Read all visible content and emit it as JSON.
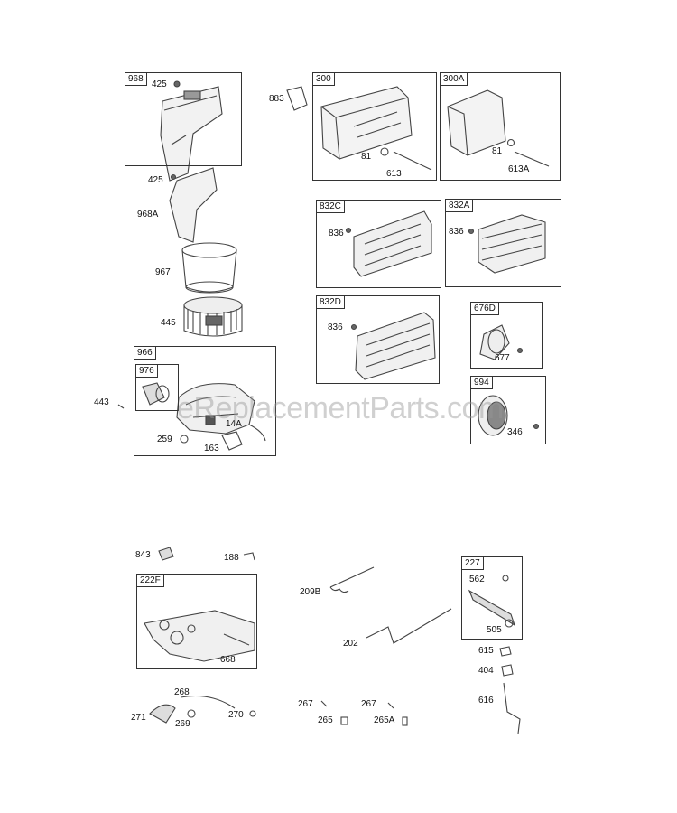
{
  "watermark": "eReplacementParts.com",
  "boxes": {
    "b968": "968",
    "b966": "966",
    "b976": "976",
    "b300": "300",
    "b300A": "300A",
    "b832C": "832C",
    "b832A": "832A",
    "b832D": "832D",
    "b676D": "676D",
    "b994": "994",
    "b222F": "222F",
    "b227": "227"
  },
  "labels": {
    "l425a": "425",
    "l425b": "425",
    "l968A": "968A",
    "l967": "967",
    "l445": "445",
    "l443": "443",
    "l259": "259",
    "l163": "163",
    "l14A": "14A",
    "l883": "883",
    "l81a": "81",
    "l613": "613",
    "l81b": "81",
    "l613A": "613A",
    "l836a": "836",
    "l836b": "836",
    "l836c": "836",
    "l677": "677",
    "l346": "346",
    "l843": "843",
    "l188": "188",
    "l668": "668",
    "l209B": "209B",
    "l202": "202",
    "l562": "562",
    "l505": "505",
    "l615": "615",
    "l404": "404",
    "l616": "616",
    "l271": "271",
    "l268": "268",
    "l269": "269",
    "l270": "270",
    "l267a": "267",
    "l267b": "267",
    "l265": "265",
    "l265A": "265A"
  }
}
